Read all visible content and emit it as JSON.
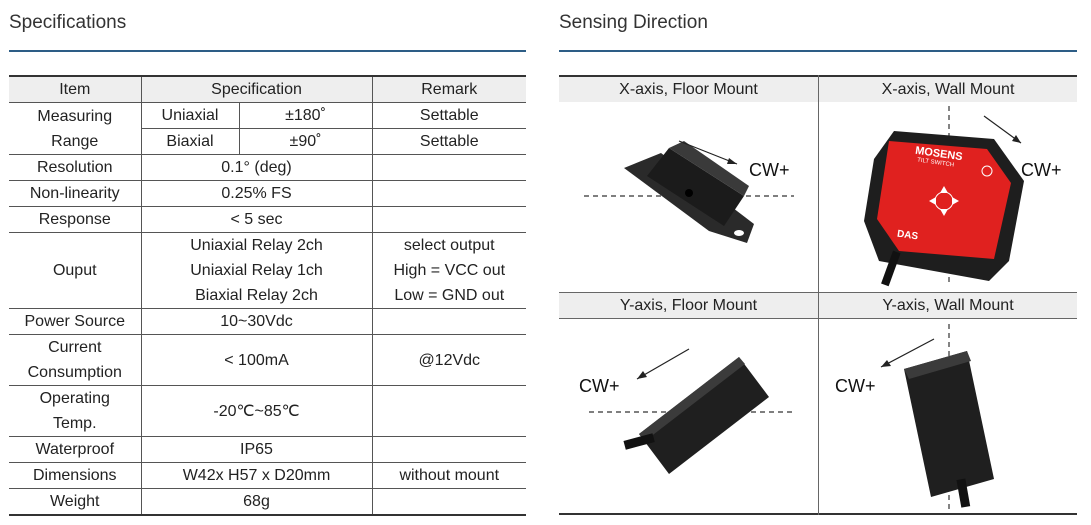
{
  "spec_title": "Specifications",
  "sensing_title": "Sensing Direction",
  "table": {
    "headers": [
      "Item",
      "Specification",
      "Remark"
    ],
    "measuring_range_label": "Measuring Range",
    "measuring_rows": [
      {
        "mode": "Uniaxial",
        "value": "±180˚",
        "remark": "Settable"
      },
      {
        "mode": "Biaxial",
        "value": "±90˚",
        "remark": "Settable"
      }
    ],
    "resolution": {
      "item": "Resolution",
      "spec": "0.1° (deg)",
      "remark": ""
    },
    "non_linearity": {
      "item": "Non-linearity",
      "spec": "0.25% FS",
      "remark": ""
    },
    "response": {
      "item": "Response",
      "spec": "< 5 sec",
      "remark": ""
    },
    "ouput": {
      "item": "Ouput",
      "specs": [
        "Uniaxial Relay 2ch",
        "Uniaxial Relay 1ch",
        "Biaxial Relay 2ch"
      ],
      "remarks": [
        "select output",
        "High = VCC out",
        "Low = GND out"
      ]
    },
    "power_source": {
      "item": "Power Source",
      "spec": "10~30Vdc",
      "remark": ""
    },
    "current": {
      "item_lines": [
        "Current",
        "Consumption"
      ],
      "spec": "< 100mA",
      "remark": "@12Vdc"
    },
    "operating": {
      "item_lines": [
        "Operating",
        "Temp."
      ],
      "spec": "-20℃~85℃",
      "remark": ""
    },
    "waterproof": {
      "item": "Waterproof",
      "spec": "IP65",
      "remark": ""
    },
    "dimensions": {
      "item": "Dimensions",
      "spec": "W42x H57 x D20mm",
      "remark": "without mount"
    },
    "weight": {
      "item": "Weight",
      "spec": "68g",
      "remark": ""
    }
  },
  "sensing": {
    "x_floor": {
      "header": "X-axis, Floor Mount",
      "label": "CW+"
    },
    "x_wall": {
      "header": "X-axis, Wall Mount",
      "label": "CW+",
      "device_brand": "MOSENS",
      "device_model": "TILT SWITCH",
      "device_logo": "DAS",
      "device_color": "#e0211f"
    },
    "y_floor": {
      "header": "Y-axis, Floor Mount",
      "label": "CW+"
    },
    "y_wall": {
      "header": "Y-axis, Wall Mount",
      "label": "CW+"
    }
  }
}
